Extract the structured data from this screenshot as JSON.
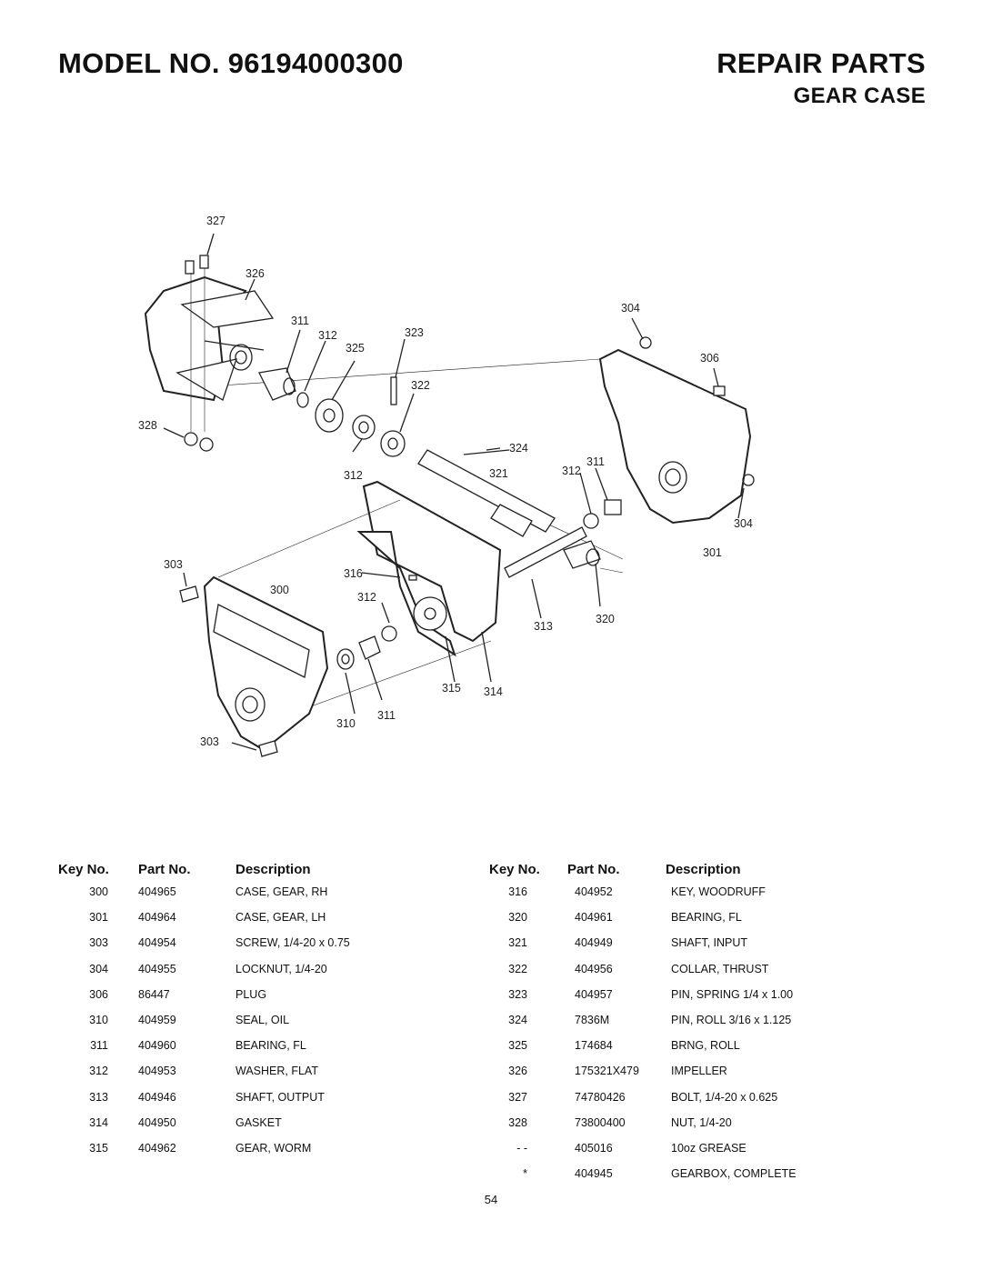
{
  "header": {
    "model": "MODEL NO. 96194000300",
    "section": "REPAIR PARTS",
    "subtitle": "GEAR CASE"
  },
  "diagram": {
    "callouts": [
      "327",
      "326",
      "311",
      "312",
      "323",
      "325",
      "322",
      "328",
      "304",
      "306",
      "324",
      "321",
      "312",
      "311",
      "304",
      "301",
      "303",
      "316",
      "300",
      "312",
      "313",
      "320",
      "315",
      "314",
      "311",
      "310",
      "303",
      "312"
    ]
  },
  "table_headers": {
    "key": "Key No.",
    "part": "Part No.",
    "desc": "Description"
  },
  "left_rows": [
    {
      "key": "300",
      "part": "404965",
      "desc": "CASE, GEAR, RH"
    },
    {
      "key": "301",
      "part": "404964",
      "desc": "CASE, GEAR, LH"
    },
    {
      "key": "303",
      "part": "404954",
      "desc": "SCREW, 1/4-20 x 0.75"
    },
    {
      "key": "304",
      "part": "404955",
      "desc": "LOCKNUT, 1/4-20"
    },
    {
      "key": "306",
      "part": "86447",
      "desc": "PLUG"
    },
    {
      "key": "310",
      "part": "404959",
      "desc": "SEAL, OIL"
    },
    {
      "key": "311",
      "part": "404960",
      "desc": "BEARING, FL"
    },
    {
      "key": "312",
      "part": "404953",
      "desc": "WASHER, FLAT"
    },
    {
      "key": "313",
      "part": "404946",
      "desc": "SHAFT, OUTPUT"
    },
    {
      "key": "314",
      "part": "404950",
      "desc": "GASKET"
    },
    {
      "key": "315",
      "part": "404962",
      "desc": "GEAR, WORM"
    }
  ],
  "right_rows": [
    {
      "key": "316",
      "part": "404952",
      "desc": "KEY, WOODRUFF"
    },
    {
      "key": "320",
      "part": "404961",
      "desc": "BEARING, FL"
    },
    {
      "key": "321",
      "part": "404949",
      "desc": "SHAFT, INPUT"
    },
    {
      "key": "322",
      "part": "404956",
      "desc": "COLLAR, THRUST"
    },
    {
      "key": "323",
      "part": "404957",
      "desc": "PIN, SPRING 1/4 x 1.00"
    },
    {
      "key": "324",
      "part": "7836M",
      "desc": "PIN, ROLL 3/16 x 1.125"
    },
    {
      "key": "325",
      "part": "174684",
      "desc": "BRNG, ROLL"
    },
    {
      "key": "326",
      "part": "175321X479",
      "desc": "IMPELLER"
    },
    {
      "key": "327",
      "part": "74780426",
      "desc": "BOLT, 1/4-20 x 0.625"
    },
    {
      "key": "328",
      "part": "73800400",
      "desc": "NUT, 1/4-20"
    },
    {
      "key": "- -",
      "part": "405016",
      "desc": "10oz GREASE"
    },
    {
      "key": "*",
      "part": "404945",
      "desc": "GEARBOX, COMPLETE"
    }
  ],
  "page_number": "54"
}
